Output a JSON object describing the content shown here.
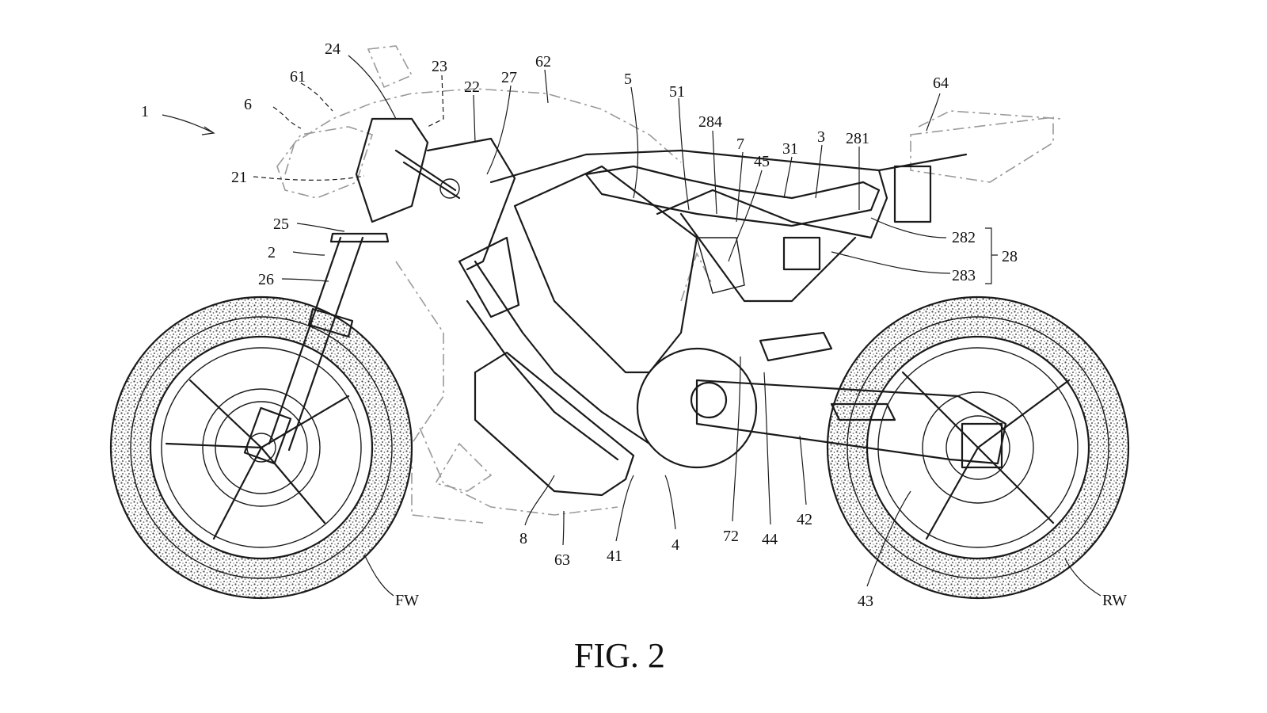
{
  "figure_title": "FIG. 2",
  "labels": {
    "l1": "1",
    "l2": "2",
    "l3": "3",
    "l4": "4",
    "l5": "5",
    "l6": "6",
    "l7": "7",
    "l8": "8",
    "l21": "21",
    "l22": "22",
    "l23": "23",
    "l24": "24",
    "l25": "25",
    "l26": "26",
    "l27": "27",
    "l28": "28",
    "l31": "31",
    "l41": "41",
    "l42": "42",
    "l43": "43",
    "l44": "44",
    "l45": "45",
    "l51": "51",
    "l61": "61",
    "l62": "62",
    "l63": "63",
    "l64": "64",
    "l72": "72",
    "l281": "281",
    "l282": "282",
    "l283": "283",
    "l284": "284",
    "fw": "FW",
    "rw": "RW"
  },
  "colors": {
    "line": "#1a1a1a",
    "ghost_line": "#9a9a9a",
    "tire_fill": "#d8d8d8",
    "background": "#ffffff"
  }
}
